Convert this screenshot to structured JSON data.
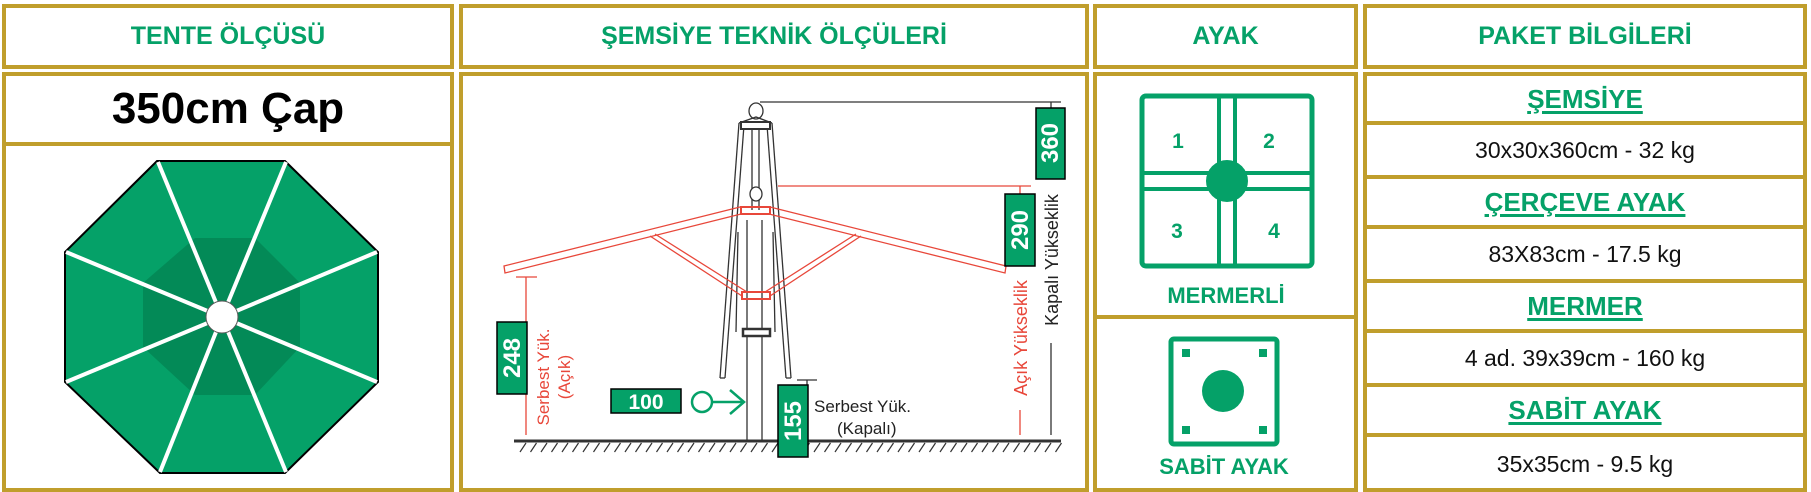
{
  "headers": {
    "canopy": "TENTE ÖLÇÜSÜ",
    "technical": "ŞEMSİYE TEKNİK ÖLÇÜLERİ",
    "base": "AYAK",
    "package": "PAKET BİLGİLERİ"
  },
  "canopy": {
    "size": "350cm Çap"
  },
  "technical": {
    "closed_height_value": "360",
    "closed_height_label": "Kapalı Yükseklik",
    "open_height_value": "290",
    "open_height_label": "Açık Yükseklik",
    "free_open_value": "248",
    "free_open_label_1": "Serbest Yük.",
    "free_open_label_2": "(Açık)",
    "pole_offset_value": "100",
    "free_closed_value": "155",
    "free_closed_label_1": "Serbest Yük.",
    "free_closed_label_2": "(Kapalı)"
  },
  "base": {
    "marble": {
      "label": "MERMERLİ",
      "slots": [
        "1",
        "2",
        "3",
        "4"
      ]
    },
    "fixed": {
      "label": "SABİT AYAK"
    }
  },
  "package": {
    "items": [
      {
        "title": "ŞEMSİYE",
        "value": "30x30x360cm - 32 kg"
      },
      {
        "title": "ÇERÇEVE AYAK",
        "value": "83X83cm - 17.5 kg"
      },
      {
        "title": "MERMER",
        "value": "4 ad. 39x39cm - 160 kg"
      },
      {
        "title": "SABİT AYAK",
        "value": "35x35cm - 9.5 kg"
      }
    ]
  },
  "colors": {
    "green": "#05a168",
    "dark_green": "#038a57",
    "gold": "#c09e2c",
    "red": "#e8473a"
  }
}
